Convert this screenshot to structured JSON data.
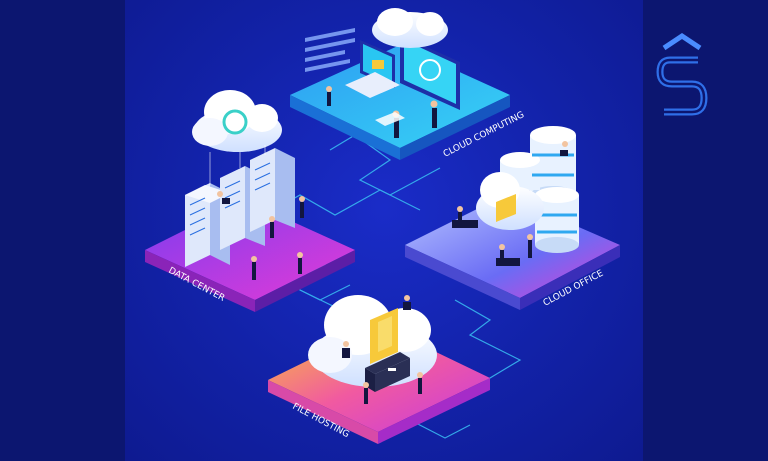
{
  "platforms": {
    "cloud_computing": "CLOUD COMPUTING",
    "data_center": "DATA CENTER",
    "cloud_office": "CLOUD OFFICE",
    "file_hosting": "FILE HOSTING"
  },
  "colors": {
    "background": "#1222a8",
    "side_panel": "#0c1670",
    "cyan": "#29c6f2",
    "magenta": "#d63ad9",
    "blue": "#2f7bf2",
    "orange": "#f7a935"
  },
  "icons": [
    "cloud-icon",
    "sync-icon",
    "server-rack-icon",
    "monitor-icon",
    "database-icon",
    "folder-icon",
    "logo-s-icon"
  ]
}
